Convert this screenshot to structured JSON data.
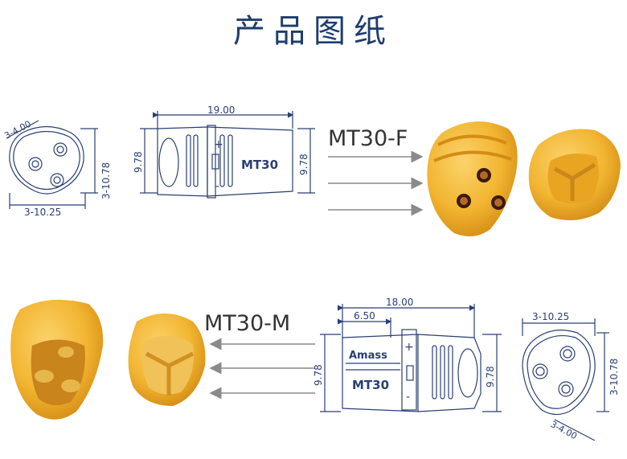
{
  "title": "产品图纸",
  "female": {
    "label": "MT30-F",
    "front_dims": {
      "top": "3-4.00",
      "right": "3-10.78",
      "bottom": "3-10.25"
    },
    "side_dims": {
      "length": "19.00",
      "height_left": "9.78",
      "height_right": "9.78"
    },
    "body_mark": "MT30",
    "plus": "+",
    "minus": "-"
  },
  "male": {
    "label": "MT30-M",
    "front_dims": {
      "top": "3-10.25",
      "right": "3-10.78",
      "bottom": "3-4.00"
    },
    "side_dims": {
      "length": "18.00",
      "sub_length": "6.50",
      "height_left": "9.78",
      "height_right": "9.78"
    },
    "brand_mark": "Amass",
    "body_mark": "MT30",
    "plus": "+",
    "minus": "-"
  },
  "colors": {
    "title": "#1e3d6e",
    "drawing": "#2a3f73",
    "housing": "#f2b531",
    "housing_dark": "#d7951a",
    "arrow": "#8a8a8a"
  }
}
